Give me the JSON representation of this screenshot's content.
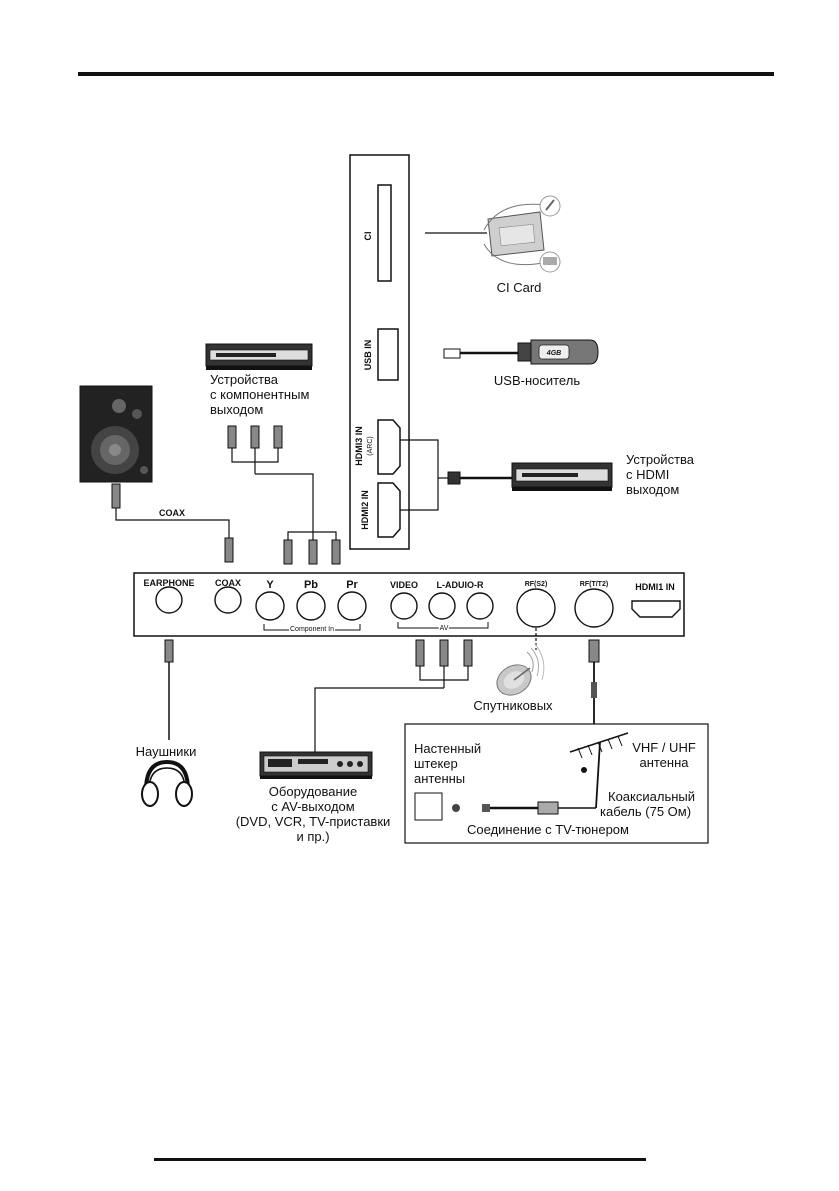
{
  "side_panel": {
    "ci": "CI",
    "usb_in": "USB IN",
    "hdmi3_in": "HDMI3 IN",
    "hdmi3_arc": "(ARC)",
    "hdmi2_in": "HDMI2 IN"
  },
  "bottom_panel": {
    "earphone": "EARPHONE",
    "coax": "COAX",
    "y": "Y",
    "pb": "Pb",
    "pr": "Pr",
    "video": "VIDEO",
    "audio_lr": "L-ADUIO-R",
    "rf_s2": "RF(S2)",
    "rf_t_t2": "RF(T/T2)",
    "hdmi1_in": "HDMI1 IN",
    "component_in": "Component In",
    "av": "AV"
  },
  "devices": {
    "ci_card": "CI Card",
    "usb_storage": "USB-носитель",
    "usb_stick_text": "4GB",
    "component_device": [
      "Устройства",
      "с компонентным",
      "выходом"
    ],
    "hdmi_device": [
      "Устройства",
      "с HDMI",
      "выходом"
    ],
    "coax_cable": "COAX",
    "headphones": "Наушники",
    "av_equipment": [
      "Оборудование",
      "с AV-выходом",
      "(DVD, VCR, TV-приставки",
      "и пр.)"
    ],
    "satellite": "Спутниковых"
  },
  "antenna_box": {
    "wall_socket": [
      "Настенный",
      "штекер",
      "антенны"
    ],
    "vhf_uhf": [
      "VHF / UHF",
      "антенна"
    ],
    "coax_cable": [
      "Коаксиальный",
      "кабель (75 Ом)"
    ],
    "tuner_connection": "Соединение с TV-тюнером"
  }
}
